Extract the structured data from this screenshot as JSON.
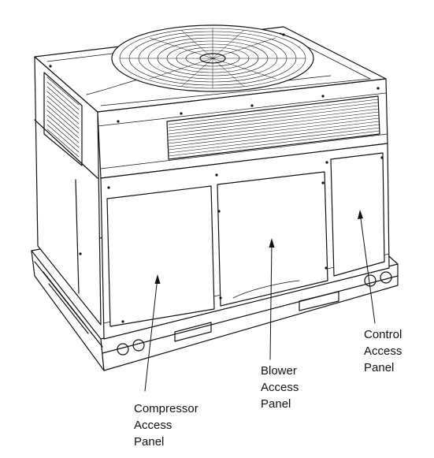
{
  "diagram": {
    "callouts": {
      "compressor": {
        "lines": [
          "Compressor",
          "Access",
          "Panel"
        ]
      },
      "blower": {
        "lines": [
          "Blower",
          "Access",
          "Panel"
        ]
      },
      "control": {
        "lines": [
          "Control",
          "Access",
          "Panel"
        ]
      }
    },
    "colors": {
      "stroke": "#111111",
      "fill": "#ffffff"
    }
  }
}
